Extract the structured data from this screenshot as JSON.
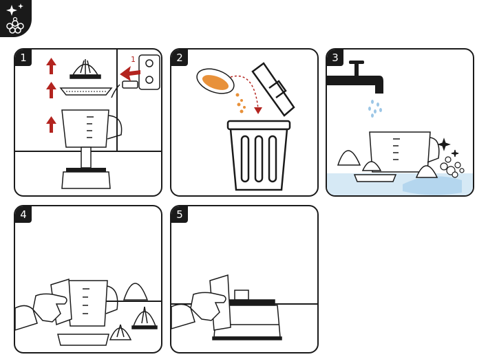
{
  "steps": [
    {
      "number": "1",
      "callout": "1"
    },
    {
      "number": "2"
    },
    {
      "number": "3"
    },
    {
      "number": "4"
    },
    {
      "number": "5"
    }
  ],
  "icons": {
    "badge": "sparkle-bubbles-icon",
    "step1": [
      "arrow-up-icon",
      "juicer-cone-icon",
      "plug-icon",
      "wall-socket-icon",
      "juicer-jug-icon"
    ],
    "step2": [
      "pulp-strainer-icon",
      "trash-bin-lid-icon",
      "trash-bin-icon"
    ],
    "step3": [
      "faucet-icon",
      "water-drops-icon",
      "juicer-parts-icon",
      "soap-bubbles-icon"
    ],
    "step4": [
      "hand-with-cloth-icon",
      "juicer-jug-icon",
      "juicer-cone-icon"
    ],
    "step5": [
      "hand-with-cloth-icon",
      "juicer-base-icon"
    ]
  },
  "colors": {
    "ink": "#1a1a1a",
    "arrow": "#b3241f",
    "pulp": "#e8913a",
    "water": "#9cc6e6"
  }
}
